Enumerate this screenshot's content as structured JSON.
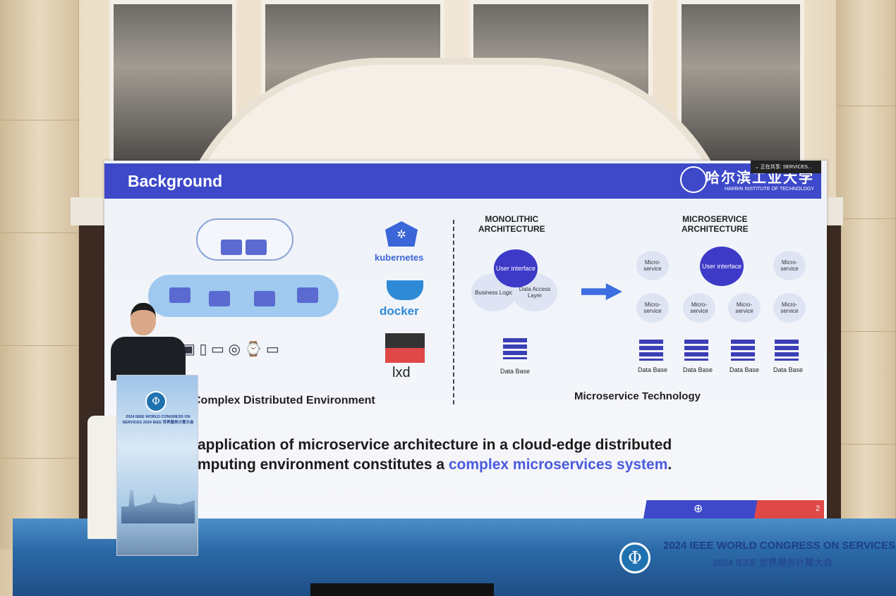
{
  "slide": {
    "header_title": "Background",
    "university_cn": "哈尔滨工业大学",
    "university_en": "HARBIN INSTITUTE OF TECHNOLOGY",
    "share_overlay": "正在共享: SERVICES...",
    "left_caption": "Complex Distributed Environment",
    "tools": [
      "kubernetes",
      "docker",
      "lxd"
    ],
    "monolithic_title_1": "MONOLITHIC",
    "monolithic_title_2": "ARCHITECTURE",
    "user_interface": "User interface",
    "business_logic": "Business Logic",
    "data_access_layer": "Data Access Layer",
    "database": "Data Base",
    "microservice_title_1": "MICROSERVICE",
    "microservice_title_2": "ARCHITECTURE",
    "micro_service": "Micro-service",
    "right_caption": "Microservice Technology",
    "body_line1": "application of microservice architecture in a cloud-edge distributed",
    "body_line2_a": "mputing environment constitutes a ",
    "body_line2_highlight": "complex microservices system",
    "body_line2_end": ".",
    "page_number": "2"
  },
  "banner": {
    "title": "2024 IEEE WORLD CONGRESS ON SERVICES",
    "cn": "2024 IEEE 世界服务计算大会",
    "logo_glyph": "Φ"
  },
  "podium": {
    "text": "2024 IEEE WORLD CONGRESS ON SERVICES 2024 IEEE 世界服务计算大会",
    "logo_glyph": "Φ"
  },
  "colors": {
    "slide_blue": "#3d49c9",
    "highlight": "#4a5ae0",
    "accent_red": "#e04848"
  }
}
